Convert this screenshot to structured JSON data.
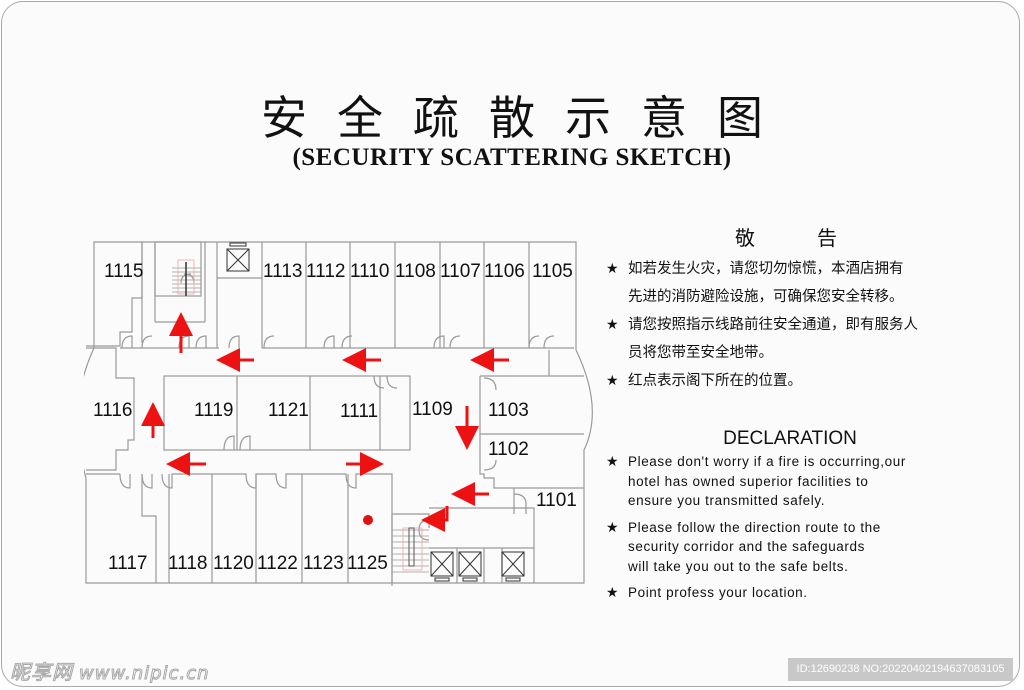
{
  "header": {
    "title_cn": "安全疏散示意图",
    "title_en": "(SECURITY SCATTERING SKETCH)"
  },
  "floor_plan": {
    "rooms": {
      "r1115": "1115",
      "r1113": "1113",
      "r1112": "1112",
      "r1110": "1110",
      "r1108": "1108",
      "r1107": "1107",
      "r1106": "1106",
      "r1105": "1105",
      "r1116": "1116",
      "r1119": "1119",
      "r1121": "1121",
      "r1111": "1111",
      "r1109": "1109",
      "r1103": "1103",
      "r1102": "1102",
      "r1101": "1101",
      "r1117": "1117",
      "r1118": "1118",
      "r1120": "1120",
      "r1122": "1122",
      "r1123": "1123",
      "r1125": "1125"
    },
    "legend": {
      "arrow_color": "#ee1111",
      "you_are_here_color": "#dd1111",
      "wall_color": "#9a9a9a"
    },
    "you_are_here_room": "1125"
  },
  "notice_cn": {
    "title": "敬告",
    "title_left": "敬",
    "title_right": "告",
    "items": [
      {
        "star": "★",
        "lines": [
          "如若发生火灾，请您切勿惊慌，本酒店拥有",
          "先进的消防避险设施，可确保您安全转移。"
        ]
      },
      {
        "star": "★",
        "lines": [
          "请您按照指示线路前往安全通道，即有服务人",
          "员将您带至安全地带。"
        ]
      },
      {
        "star": "★",
        "lines": [
          "红点表示阁下所在的位置。"
        ]
      }
    ]
  },
  "declaration_en": {
    "title": "DECLARATION",
    "items": [
      {
        "star": "★",
        "lines": [
          "Please don't worry if a fire is occurring,our",
          "hotel has owned superior facilities to",
          "ensure you transmitted safely."
        ]
      },
      {
        "star": "★",
        "lines": [
          "Please follow the direction route to the",
          "security corridor and the safeguards",
          "will take you out to the safe belts."
        ]
      },
      {
        "star": "★",
        "lines": [
          "Point profess your location."
        ]
      }
    ]
  },
  "footer": {
    "watermark_cn": "昵享网",
    "watermark_url": "www.nipic.cn",
    "id_text": "ID:12690238 NO:20220402194637083105"
  }
}
